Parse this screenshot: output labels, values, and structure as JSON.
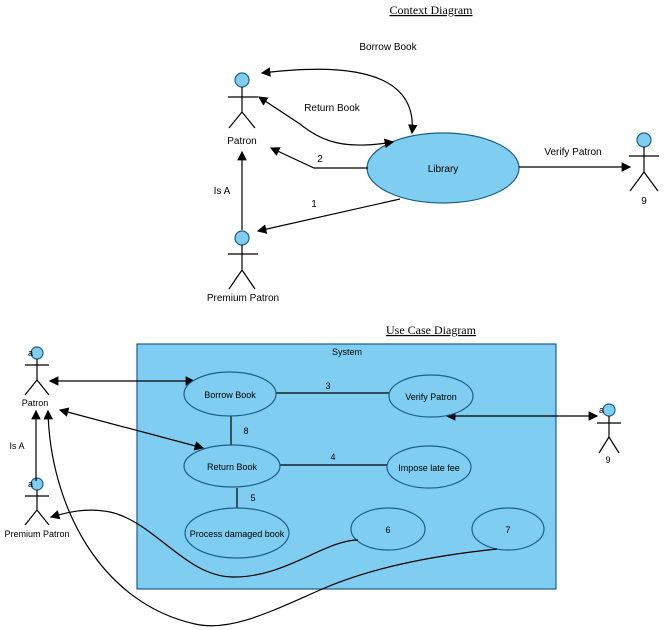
{
  "context": {
    "title": "Context Diagram",
    "actors": {
      "patron": "Patron",
      "premium": "Premium Patron",
      "external": "9"
    },
    "system": "Library",
    "labels": {
      "borrow": "Borrow Book",
      "return": "Return Book",
      "verify": "Verify Patron",
      "isa": "Is A",
      "two": "2",
      "one": "1"
    }
  },
  "usecase": {
    "title": "Use Case Diagram",
    "system_label": "System",
    "actors": {
      "patron": "Patron",
      "premium": "Premium Patron",
      "external": "9",
      "stereotype": "a"
    },
    "cases": {
      "borrow": "Borrow Book",
      "verify": "Verify Patron",
      "return": "Return Book",
      "late": "Impose late fee",
      "damaged": "Process damaged book",
      "six": "6",
      "seven": "7"
    },
    "labels": {
      "three": "3",
      "eight": "8",
      "four": "4",
      "five": "5",
      "isa": "Is A"
    }
  },
  "colors": {
    "fill": "#7fcdf0",
    "stroke": "#1d5f8a"
  }
}
